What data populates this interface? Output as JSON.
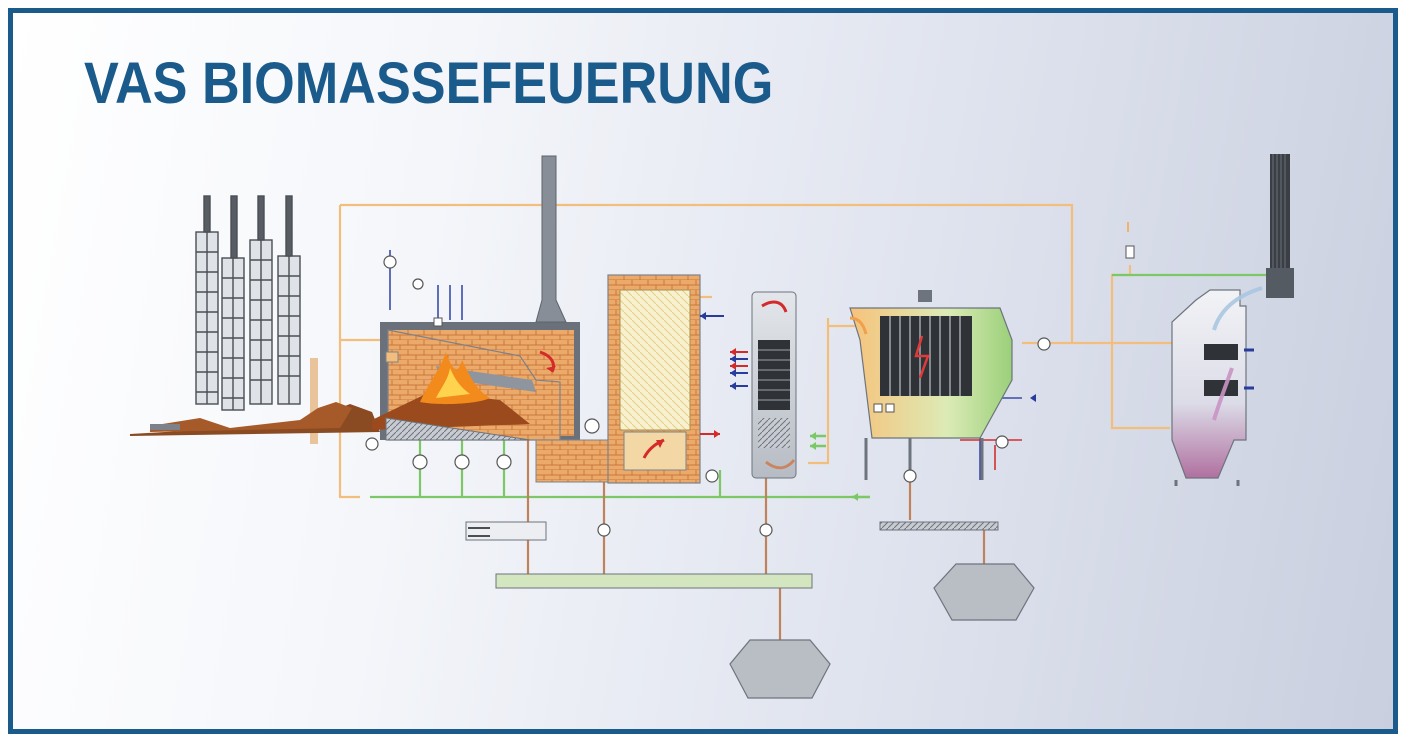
{
  "title": "VAS BIOMASSEFEUERUNG",
  "colors": {
    "frame_border": "#1a5b8c",
    "title": "#1a5b8c",
    "pipe_orange": "#f0b36a",
    "pipe_green": "#6fbf5a",
    "pipe_brown": "#b9764d",
    "brick": "#e8a060",
    "fire": "#f28a1c",
    "biomass": "#9a4a1c",
    "metal": "#8e959e",
    "arrow_red": "#d42a2a",
    "arrow_blue": "#283c9c"
  },
  "components": [
    {
      "name": "storage-silos",
      "icon": "silo-stack-icon"
    },
    {
      "name": "fuel-feed-conveyor",
      "icon": "conveyor-icon"
    },
    {
      "name": "furnace-grate",
      "icon": "furnace-icon"
    },
    {
      "name": "boiler-chimney",
      "icon": "chimney-icon"
    },
    {
      "name": "boiler-drum",
      "icon": "boiler-icon"
    },
    {
      "name": "heat-exchanger",
      "icon": "heat-exchanger-icon"
    },
    {
      "name": "electrostatic-filter",
      "icon": "filter-icon"
    },
    {
      "name": "flue-gas-condenser",
      "icon": "condenser-icon"
    },
    {
      "name": "exhaust-stack",
      "icon": "stack-icon"
    },
    {
      "name": "ash-container-main",
      "icon": "ash-bin-icon"
    },
    {
      "name": "ash-container-filter",
      "icon": "ash-bin-icon"
    }
  ]
}
